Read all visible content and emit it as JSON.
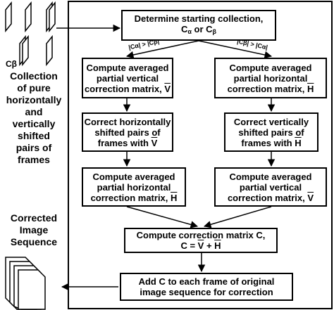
{
  "colors": {
    "line": "#000000",
    "background": "#ffffff"
  },
  "left_panel": {
    "c_beta_label": "Cβ",
    "collection_label": "Collection\nof pure\nhorizontally\nand\nvertically\nshifted\npairs of\nframes",
    "corrected_label": "Corrected\nImage\nSequence"
  },
  "boxes": {
    "start": {
      "line1": "Determine starting collection,",
      "line2_main": "C",
      "line2_sub_alpha": "α",
      "line2_or": " or ",
      "line2_sub_beta": "β"
    },
    "left1": {
      "line1": "Compute averaged",
      "line2": "partial vertical",
      "line3": "correction matrix, ",
      "symbol": "V"
    },
    "right1": {
      "line1": "Compute averaged",
      "line2": "partial horizontal",
      "line3": "correction matrix, ",
      "symbol": "H"
    },
    "left2": {
      "line1": "Correct horizontally",
      "line2": "shifted pairs of",
      "line3": "frames with ",
      "symbol": "V"
    },
    "right2": {
      "line1": "Correct vertically",
      "line2": "shifted pairs of",
      "line3": "frames with ",
      "symbol": "H"
    },
    "left3": {
      "line1": "Compute averaged",
      "line2": "partial horizontal",
      "line3": "correction matrix, ",
      "symbol": "H"
    },
    "right3": {
      "line1": "Compute averaged",
      "line2": "partial vertical",
      "line3": "correction matrix, ",
      "symbol": "V"
    },
    "correction": {
      "line1": "Compute correction matrix C,",
      "line2_prefix": "C = ",
      "sym1": "V",
      "plus": " + ",
      "sym2": "H"
    },
    "add": {
      "line1": "Add C to each frame of original",
      "line2": "image sequence for correction"
    }
  },
  "conditions": {
    "left": "|Cα| > |Cβ|",
    "right": "|Cβ| > |Cα|"
  }
}
